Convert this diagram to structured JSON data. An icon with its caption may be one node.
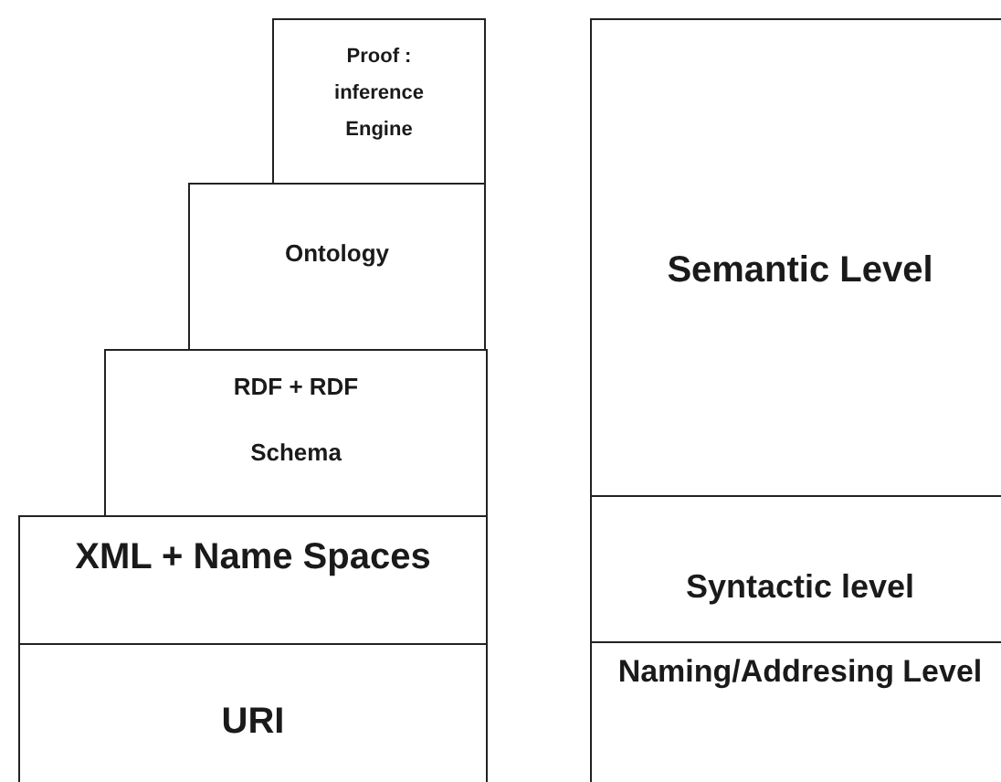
{
  "diagram": {
    "nodes": [
      {
        "text": [
          "Proof : inference Engine"
        ]
      },
      {
        "text": [
          "Ontology"
        ]
      },
      {
        "text": [
          "RDF + RDF Schema"
        ]
      },
      {
        "text": [
          "XML + Name Spaces"
        ]
      },
      {
        "text": [
          "URI"
        ]
      },
      {
        "text": [
          "Semantic Level"
        ]
      },
      {
        "text": [
          "Syntactic level"
        ]
      },
      {
        "text": [
          "Naming/Addresing Level"
        ]
      }
    ]
  }
}
